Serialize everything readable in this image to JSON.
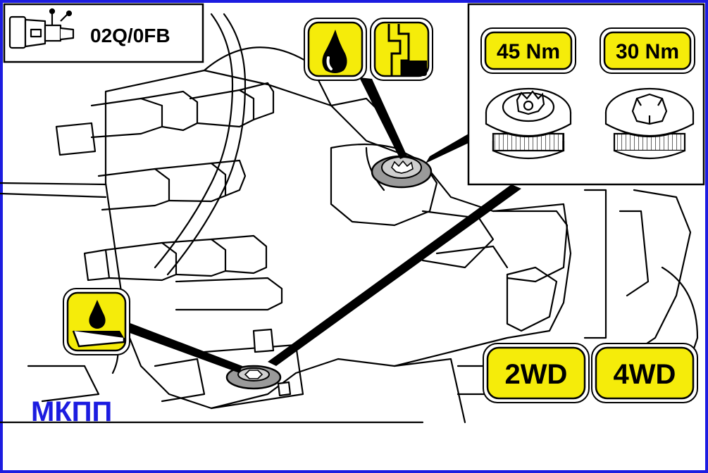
{
  "header": {
    "code": "02Q/0FB",
    "transmission_icon": "gearbox-icon"
  },
  "callouts": {
    "oil_icon": "oil-drop-icon",
    "fill_level_icon": "fill-level-icon",
    "drain_icon": "oil-drain-pan-icon"
  },
  "torque": {
    "left": "45 Nm",
    "right": "30 Nm",
    "left_plug_icon": "splined-plug-icon",
    "right_plug_icon": "hex-socket-plug-icon"
  },
  "drive_badges": {
    "first": "2WD",
    "second": "4WD"
  },
  "footer": {
    "label": "МКПП"
  },
  "colors": {
    "frame": "#1c1ce0",
    "badge_fill": "#f5ec0a",
    "label": "#1c1ce0",
    "ink": "#000000",
    "plug_gray": "#9a9a9a"
  }
}
